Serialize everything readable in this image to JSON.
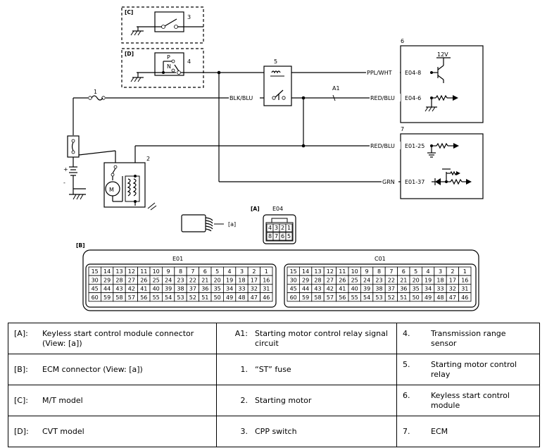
{
  "diagram": {
    "boxes": {
      "c": {
        "tag": "[C]",
        "num": "3"
      },
      "d": {
        "tag": "[D]",
        "num": "4",
        "p": "P",
        "n": "N"
      },
      "relay": {
        "num": "5"
      },
      "kscm": {
        "num": "6",
        "volt": "12V"
      },
      "ecm": {
        "num": "7"
      },
      "motor": {
        "num": "2",
        "m": "M"
      },
      "fuse": {
        "num": "1"
      },
      "battery": {
        "plus": "+",
        "minus": "-"
      }
    },
    "wires": {
      "blkblu": "BLK/BLU",
      "pplwht": "PPL/WHT",
      "redblu1": "RED/BLU",
      "redblu2": "RED/BLU",
      "grn": "GRN",
      "a1": "A1"
    },
    "terminals": {
      "e04_8": "E04-8",
      "e04_6": "E04-6",
      "e01_25": "E01-25",
      "e01_37": "E01-37"
    },
    "views": {
      "a_tag": "[a]",
      "conn_a_tag": "[A]",
      "conn_a_name": "E04",
      "conn_a_top": [
        "4",
        "3",
        "2",
        "1"
      ],
      "conn_a_bottom": [
        "8",
        "7",
        "6",
        "5"
      ],
      "conn_b_tag": "[B]",
      "e01_name": "E01",
      "c01_name": "C01",
      "rows": [
        [
          "15",
          "14",
          "13",
          "12",
          "11",
          "10",
          "9",
          "8",
          "7",
          "6",
          "5",
          "4",
          "3",
          "2",
          "1"
        ],
        [
          "30",
          "29",
          "28",
          "27",
          "26",
          "25",
          "24",
          "23",
          "22",
          "21",
          "20",
          "19",
          "18",
          "17",
          "16"
        ],
        [
          "45",
          "44",
          "43",
          "42",
          "41",
          "40",
          "39",
          "38",
          "37",
          "36",
          "35",
          "34",
          "33",
          "32",
          "31"
        ],
        [
          "60",
          "59",
          "58",
          "57",
          "56",
          "55",
          "54",
          "53",
          "52",
          "51",
          "50",
          "49",
          "48",
          "47",
          "46"
        ]
      ]
    }
  },
  "legend": [
    [
      {
        "key": "[A]:",
        "text": "Keyless start control module connector (View: [a])"
      },
      {
        "key": "A1:",
        "text": "Starting motor control relay signal circuit"
      },
      {
        "key": "4.",
        "text": "Transmission range sensor"
      }
    ],
    [
      {
        "key": "[B]:",
        "text": "ECM connector (View: [a])"
      },
      {
        "key": "1.",
        "text": "“ST” fuse"
      },
      {
        "key": "5.",
        "text": "Starting motor control relay"
      }
    ],
    [
      {
        "key": "[C]:",
        "text": "M/T model"
      },
      {
        "key": "2.",
        "text": "Starting motor"
      },
      {
        "key": "6.",
        "text": "Keyless start control module"
      }
    ],
    [
      {
        "key": "[D]:",
        "text": "CVT model"
      },
      {
        "key": "3.",
        "text": "CPP switch"
      },
      {
        "key": "7.",
        "text": "ECM"
      }
    ]
  ]
}
